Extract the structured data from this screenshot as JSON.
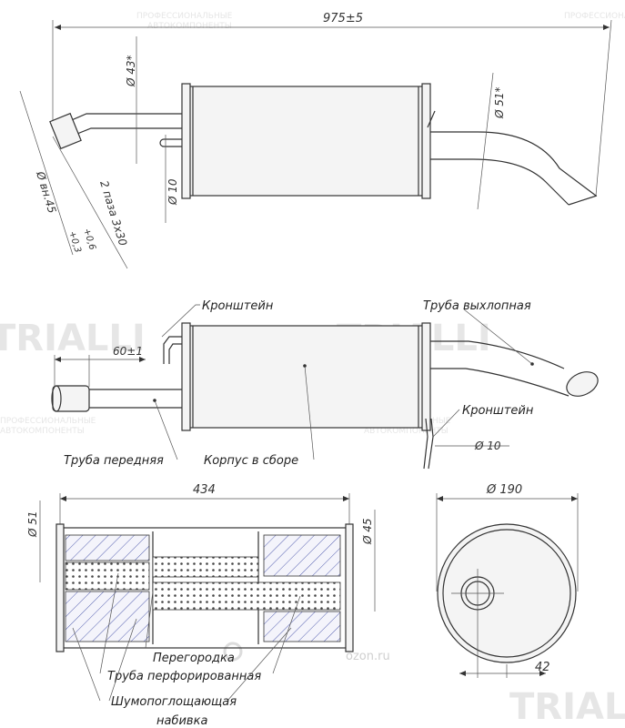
{
  "watermark": {
    "brand": "TRIALLI",
    "line1": "ПРОФЕССИОНАЛЬНЫЕ",
    "line2": "АВТОКОМПОНЕНТЫ",
    "site": "ozon.ru"
  },
  "top_view": {
    "overall_length": "975±5",
    "dia_inlet": "Ø 43*",
    "dia_outlet": "Ø 51*",
    "dia_bracket": "Ø 10",
    "slots": "2 паза 3x30",
    "dia_inner": "Ø вн.45",
    "tolerance_upper": "+0,6",
    "tolerance_lower": "+0,3"
  },
  "side_view": {
    "bracket_left": "Кронштейн",
    "exhaust_pipe": "Труба выхлопная",
    "offset": "60±1",
    "bracket_right": "Кронштейн",
    "dia_bracket": "Ø 10",
    "front_pipe": "Труба передняя",
    "body_assembly": "Корпус в сборе"
  },
  "section_view": {
    "length": "434",
    "dia_left": "Ø 51",
    "dia_right": "Ø 45",
    "partition": "Перегородка",
    "perforated_pipe": "Труба перфорированная",
    "absorbing_1": "Шумопоглощающая",
    "absorbing_2": "набивка"
  },
  "end_view": {
    "diameter": "Ø 190",
    "offset": "42"
  }
}
